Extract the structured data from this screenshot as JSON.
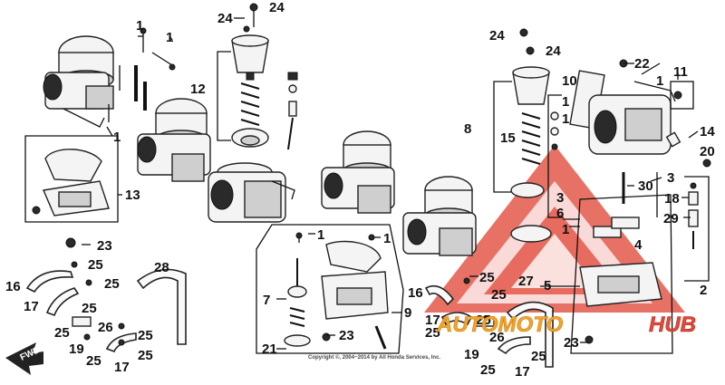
{
  "callouts": {
    "n1": "1",
    "n2": "2",
    "n3": "3",
    "n4": "4",
    "n5": "5",
    "n6": "6",
    "n7": "7",
    "n8": "8",
    "n9": "9",
    "n10": "10",
    "n11": "11",
    "n12": "12",
    "n13": "13",
    "n14": "14",
    "n15": "15",
    "n16": "16",
    "n17": "17",
    "n18": "18",
    "n19": "19",
    "n20": "20",
    "n21": "21",
    "n22": "22",
    "n23": "23",
    "n24": "24",
    "n25": "25",
    "n26": "26",
    "n27": "27",
    "n28": "28",
    "n29": "29",
    "n30": "30"
  },
  "fwd_label": "FWD",
  "copyright": "Copyright ©, 2004~2014 by All Honda Services, Inc.",
  "watermark": {
    "text_orange": "AUTOMOTO",
    "text_red": "HUB",
    "color_red": "#e24a3b",
    "color_orange": "#f3a52a"
  }
}
